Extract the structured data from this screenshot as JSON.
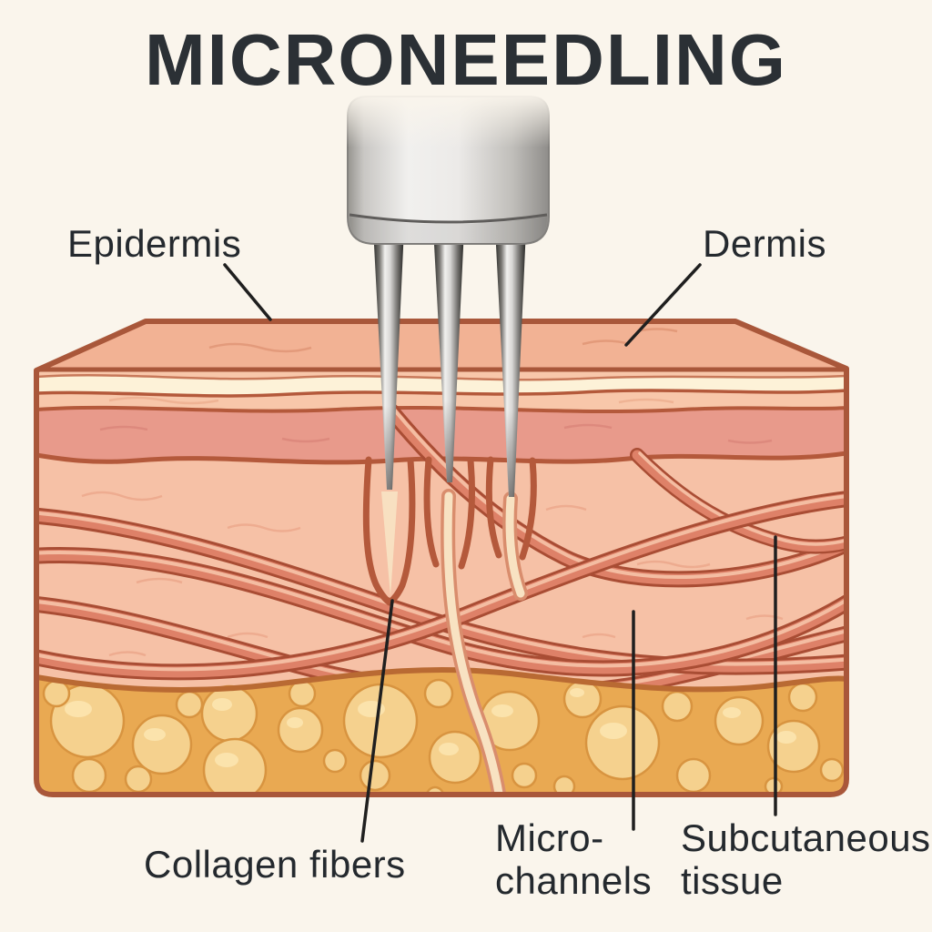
{
  "title": "MICRONEEDLING",
  "labels": {
    "epidermis": "Epidermis",
    "dermis": "Dermis",
    "collagen_fibers": "Collagen fibers",
    "micro_channels": {
      "line1": "Micro-",
      "line2": "channels"
    },
    "subcutaneous_tissue": {
      "line1": "Subcutaneous",
      "line2": "tissue"
    }
  },
  "scene": {
    "needle_count": 3,
    "description": "Cross-section of skin pierced by a three-needle microneedling device; labelled layers and structures"
  },
  "colors": {
    "background": "#faf5ec",
    "title_text": "#2b3035",
    "label_text": "#24292e",
    "leader_line": "#1f1f1f",
    "skin_outline": "#a9573a",
    "top_face": "#f2b294",
    "epidermis": "#f8c7aa",
    "cream_band": "#fdf2d8",
    "rose_band": "#e89a8b",
    "dermis": "#f6c1a6",
    "fiber_outline": "#a94d34",
    "fiber_body": "#de8168",
    "fiber_highlight": "#f4bda2",
    "channel_wall": "#b4593b",
    "channel_glow": "#f8e2c2",
    "fat_base": "#e9a952",
    "fat_bubble": "#f5d18e",
    "fat_bubble_edge": "#d89440",
    "fat_bubble_highlight": "#fce4ae",
    "fat_boundary": "#b96a33",
    "device_light": "#f1f0ee",
    "device_dark": "#8f8d8a",
    "needle_dark": "#2e2e2c",
    "needle_light": "#f1f0ee"
  }
}
